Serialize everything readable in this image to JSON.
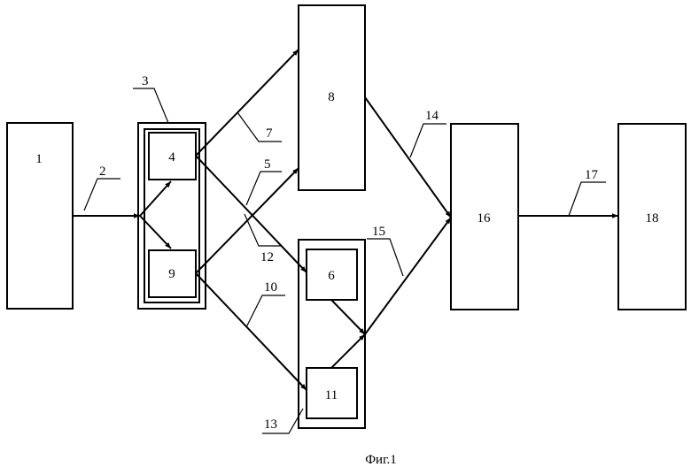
{
  "caption": "Фиг.1",
  "blocks": {
    "b1": "1",
    "b3": "3",
    "b4": "4",
    "b6": "6",
    "b8": "8",
    "b9": "9",
    "b11": "11",
    "b13": "13",
    "b16": "16",
    "b18": "18"
  },
  "links": {
    "l2": "2",
    "l5": "5",
    "l7": "7",
    "l10": "10",
    "l12": "12",
    "l14": "14",
    "l15": "15",
    "l17": "17"
  },
  "colors": {
    "ink": "#000000",
    "paper": "#ffffff"
  }
}
